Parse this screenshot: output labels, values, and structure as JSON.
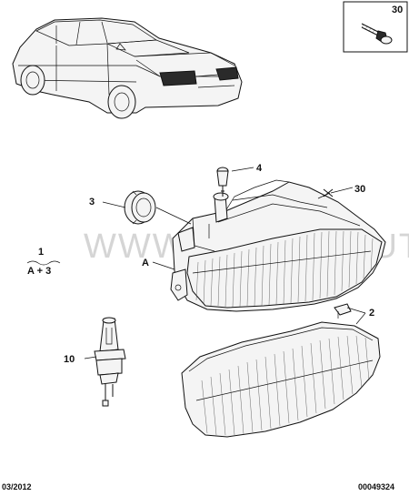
{
  "watermark": "WWW.PIECES-AUTO.EU",
  "inset": {
    "ref": "30"
  },
  "callouts": {
    "c4": "4",
    "c3": "3",
    "c30": "30",
    "c1": "1",
    "c1_sub": "A + 3",
    "cA": "A",
    "c2": "2",
    "c10": "10"
  },
  "footer": {
    "date": "03/2012",
    "code": "00049324"
  }
}
